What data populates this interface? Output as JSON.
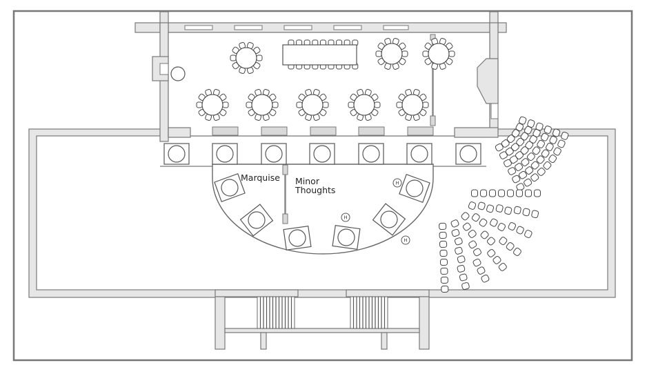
{
  "labels": {
    "marquise": "Marquise",
    "minor_thoughts_line1": "Minor",
    "minor_thoughts_line2": "Thoughts"
  },
  "markers": {
    "h": "H"
  },
  "colors": {
    "wall_fill": "#e6e6e6",
    "outline": "#777777",
    "furniture": "#444444"
  }
}
